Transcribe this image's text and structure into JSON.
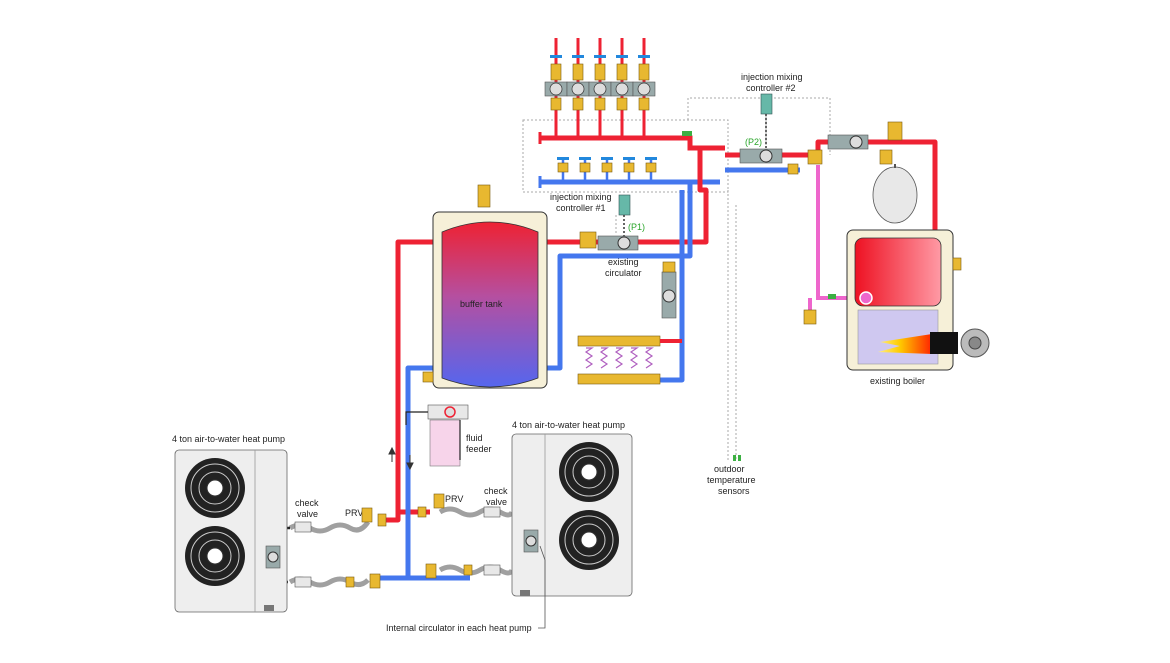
{
  "diagram": {
    "labels": {
      "injection_controller_1": [
        "injection mixing",
        "controller #1"
      ],
      "injection_controller_2": [
        "injection mixing",
        "controller #2"
      ],
      "p1": "(P1)",
      "p2": "(P2)",
      "existing_circulator": [
        "existing",
        "circulator"
      ],
      "buffer_tank": "buffer tank",
      "existing_boiler": "existing boiler",
      "fluid_feeder": [
        "fluid",
        "feeder"
      ],
      "outdoor_sensors": [
        "outdoor",
        "temperature",
        "sensors"
      ],
      "heat_pump_left": "4 ton air-to-water heat pump",
      "heat_pump_right": "4 ton air-to-water heat pump",
      "check_valve_left": [
        "check",
        "valve"
      ],
      "check_valve_right": [
        "check",
        "valve"
      ],
      "prv_left": "PRV",
      "prv_right": "PRV",
      "internal_circulator": "Internal circulator in each heat pump"
    },
    "colors": {
      "hot": "#ee2233",
      "cold": "#4477ee",
      "mixed": "#ee66cc",
      "brass": "#e8b830",
      "gray_pipe": "#a0a0a0",
      "controller": "#66b8a8"
    }
  }
}
